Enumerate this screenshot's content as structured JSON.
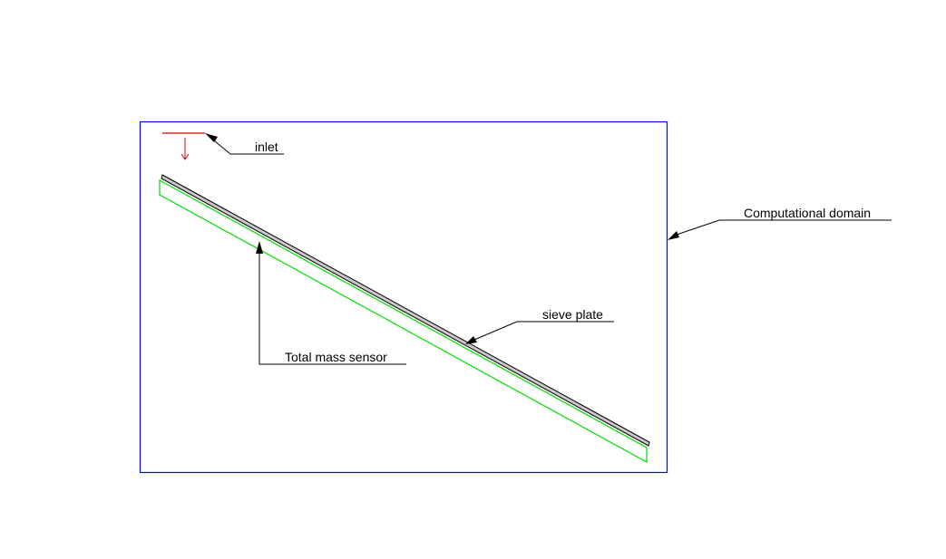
{
  "labels": {
    "inlet": "inlet",
    "computational_domain": "Computational domain",
    "sieve_plate": "sieve plate",
    "total_mass_sensor": "Total mass sensor"
  },
  "colors": {
    "domain_border": "#0000ff",
    "sensor": "#00dd00",
    "inlet": "#dd0000",
    "plate": "#000000",
    "plate_inner": "#c8c8c8",
    "leader": "#000000"
  }
}
